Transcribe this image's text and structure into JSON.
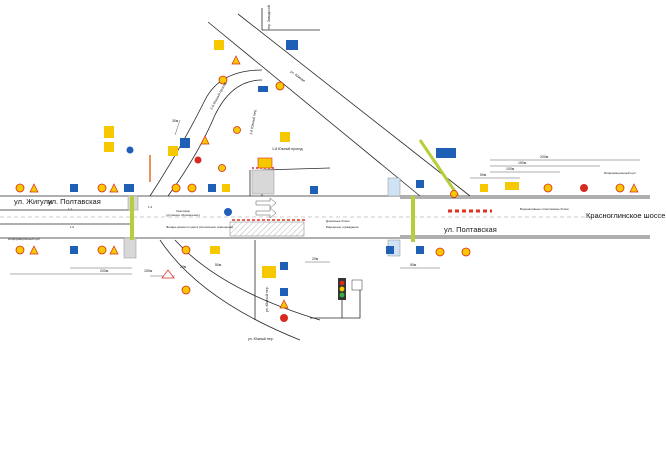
{
  "streets": {
    "zhiguli": "ул. Жигули",
    "poltavskaya_left": "ул. Полтавская",
    "poltavskaya_right": "ул. Полтавская",
    "krasnoglinskoe": "Красноглинское шоссе",
    "yuzhny_proezd_top": "2-й Южный проезд",
    "yuzhny_proezd_mid": "1-й Южный проезд",
    "yuzhnaya": "ул. Южная",
    "yuzhny_per_bottom": "ул. Южный пер.",
    "yuzhny_per_vertical": "ул. Южный пер.",
    "zavodskoy_per": "пер. Заводской",
    "yuzhny_per_short": "1-й Южный пер."
  },
  "distances": {
    "d200_top": "200м",
    "d150_top": "150м",
    "d100_top": "100м",
    "d50_top": "50м",
    "d200_left": "200м",
    "d150_left": "150м",
    "d20_left": "20м",
    "d50_right": "50м",
    "d50m_mid": "50м",
    "d30_diag": "30м",
    "d20_mid": "20м"
  },
  "annotations": {
    "info_left": "Информационный щит",
    "info_right": "Информационный щит",
    "svetofor": "Светофор",
    "svetofor_note": "(условное обозначение)",
    "fence_note": "Фонарь красного цвета (сигнальное освещение)",
    "barrier_note": "Барьерное ограждение",
    "road_blocks": "Дорожные блоки",
    "plastic_blocks": "Водоналивные пластиковые блоки",
    "scheme_1_1": "1.1",
    "scheme_1_3": "1.3",
    "scheme_1_6": "1.6"
  },
  "colors": {
    "sign_yellow": "#f5c800",
    "sign_blue": "#1f5fb5",
    "sign_red": "#d82a20",
    "work_zone": "#c9c9c9",
    "work_zone_edge": "#909090",
    "fence_green": "#b9cc3c",
    "road_line": "#2a2a2a",
    "barrier_red": "#e03020"
  },
  "icons": {
    "warning_sign": "triangle-warning-icon",
    "speed_limit": "speed-limit-icon",
    "no_entry": "no-entry-icon",
    "direction": "direction-arrow-icon",
    "traffic_light": "traffic-light-icon"
  }
}
